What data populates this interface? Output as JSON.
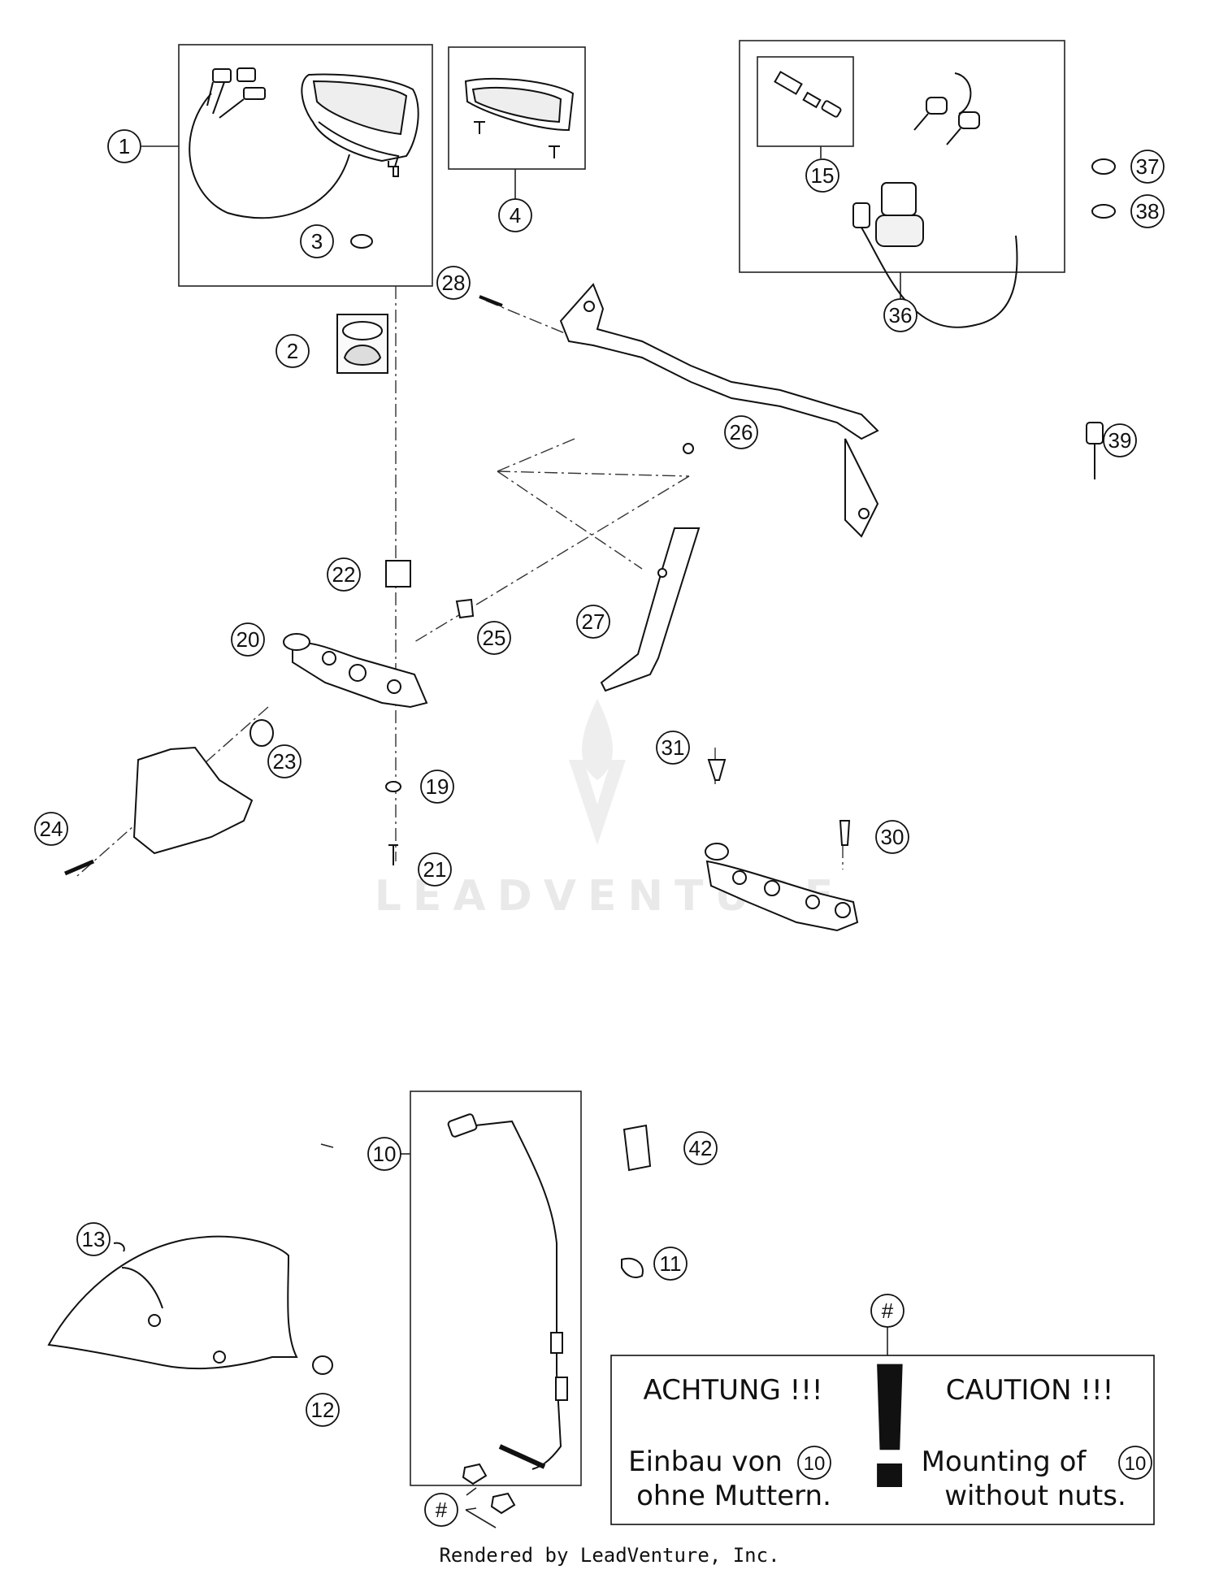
{
  "callouts": {
    "p1": "1",
    "p2": "2",
    "p3": "3",
    "p4": "4",
    "p10": "10",
    "p11": "11",
    "p12": "12",
    "p13": "13",
    "p15": "15",
    "p19": "19",
    "p20": "20",
    "p21": "21",
    "p22": "22",
    "p23": "23",
    "p24": "24",
    "p25": "25",
    "p26": "26",
    "p27": "27",
    "p28": "28",
    "p30": "30",
    "p31": "31",
    "p36": "36",
    "p37": "37",
    "p38": "38",
    "p39": "39",
    "p42": "42",
    "hash_a": "#",
    "hash_b": "#"
  },
  "caution_box": {
    "de_title": "ACHTUNG !!!",
    "de_line1": "Einbau von",
    "de_ref": "10",
    "de_line2": "ohne Muttern.",
    "en_title": "CAUTION !!!",
    "en_line1": "Mounting of",
    "en_ref": "10",
    "en_line2": "without nuts.",
    "exclamation": "!"
  },
  "watermark": "LEADVENTURE",
  "footer": "Rendered by LeadVenture, Inc."
}
